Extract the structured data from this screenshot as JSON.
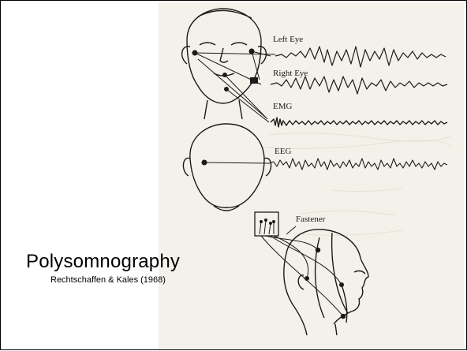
{
  "slide": {
    "title": "Polysomnography",
    "citation": "Rechtschaffen & Kales (1968)"
  },
  "figure": {
    "labels": {
      "left_eye": "Left Eye",
      "right_eye": "Right Eye",
      "emg": "EMG",
      "eeg": "EEG",
      "fastener": "Fastener"
    },
    "colors": {
      "paper": "#f4f1ea",
      "ink": "#1a1a1a",
      "slide_border": "#000000"
    }
  }
}
